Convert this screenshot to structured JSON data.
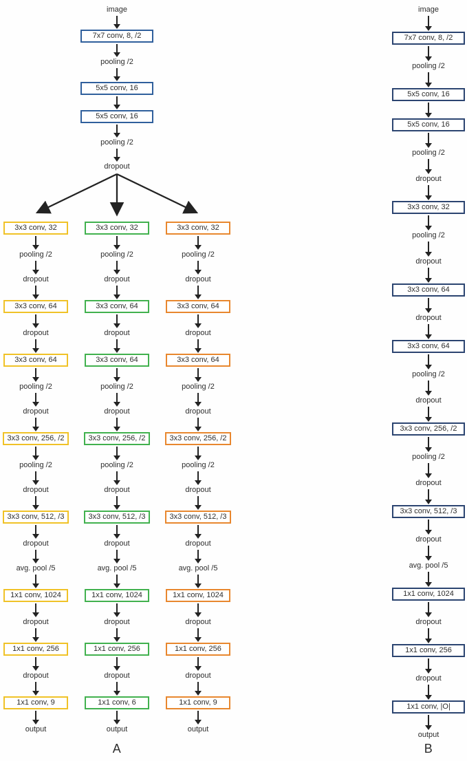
{
  "colors": {
    "blue": "#2f5f9c",
    "navy": "#2b4470",
    "yellow": "#f0c227",
    "green": "#41b14e",
    "orange": "#e8872e",
    "ink": "#2d2d2d",
    "arrow": "#232323"
  },
  "diagram_a": {
    "label": "A",
    "trunk": [
      {
        "t": "txt",
        "text": "image"
      },
      {
        "t": "box",
        "text": "7x7 conv, 8, /2",
        "c": "blue"
      },
      {
        "t": "txt",
        "text": "pooling /2"
      },
      {
        "t": "box",
        "text": "5x5 conv, 16",
        "c": "blue"
      },
      {
        "t": "box",
        "text": "5x5 conv, 16",
        "c": "blue"
      },
      {
        "t": "txt",
        "text": "pooling /2"
      },
      {
        "t": "txt",
        "text": "dropout"
      }
    ],
    "branches": [
      {
        "color": "yellow",
        "nodes": [
          {
            "t": "box",
            "text": "3x3 conv, 32",
            "c": "yellow"
          },
          {
            "t": "txt",
            "text": "pooling /2"
          },
          {
            "t": "txt",
            "text": "dropout"
          },
          {
            "t": "box",
            "text": "3x3 conv, 64",
            "c": "yellow"
          },
          {
            "t": "txt",
            "text": "dropout"
          },
          {
            "t": "box",
            "text": "3x3 conv, 64",
            "c": "yellow"
          },
          {
            "t": "txt",
            "text": "pooling /2"
          },
          {
            "t": "txt",
            "text": "dropout"
          },
          {
            "t": "box",
            "text": "3x3 conv, 256, /2",
            "c": "yellow"
          },
          {
            "t": "txt",
            "text": "pooling /2"
          },
          {
            "t": "txt",
            "text": "dropout"
          },
          {
            "t": "box",
            "text": "3x3 conv, 512, /3",
            "c": "yellow"
          },
          {
            "t": "txt",
            "text": "dropout"
          },
          {
            "t": "txt",
            "text": "avg. pool /5"
          },
          {
            "t": "box",
            "text": "1x1 conv, 1024",
            "c": "yellow"
          },
          {
            "t": "txt",
            "text": "dropout"
          },
          {
            "t": "box",
            "text": "1x1 conv, 256",
            "c": "yellow"
          },
          {
            "t": "txt",
            "text": "dropout"
          },
          {
            "t": "box",
            "text": "1x1 conv, 9",
            "c": "yellow"
          },
          {
            "t": "txt",
            "text": "output"
          }
        ]
      },
      {
        "color": "green",
        "nodes": [
          {
            "t": "box",
            "text": "3x3 conv, 32",
            "c": "green"
          },
          {
            "t": "txt",
            "text": "pooling /2"
          },
          {
            "t": "txt",
            "text": "dropout"
          },
          {
            "t": "box",
            "text": "3x3 conv, 64",
            "c": "green"
          },
          {
            "t": "txt",
            "text": "dropout"
          },
          {
            "t": "box",
            "text": "3x3 conv, 64",
            "c": "green"
          },
          {
            "t": "txt",
            "text": "pooling /2"
          },
          {
            "t": "txt",
            "text": "dropout"
          },
          {
            "t": "box",
            "text": "3x3 conv, 256, /2",
            "c": "green"
          },
          {
            "t": "txt",
            "text": "pooling /2"
          },
          {
            "t": "txt",
            "text": "dropout"
          },
          {
            "t": "box",
            "text": "3x3 conv, 512, /3",
            "c": "green"
          },
          {
            "t": "txt",
            "text": "dropout"
          },
          {
            "t": "txt",
            "text": "avg. pool /5"
          },
          {
            "t": "box",
            "text": "1x1 conv, 1024",
            "c": "green"
          },
          {
            "t": "txt",
            "text": "dropout"
          },
          {
            "t": "box",
            "text": "1x1 conv, 256",
            "c": "green"
          },
          {
            "t": "txt",
            "text": "dropout"
          },
          {
            "t": "box",
            "text": "1x1 conv, 6",
            "c": "green"
          },
          {
            "t": "txt",
            "text": "output"
          }
        ]
      },
      {
        "color": "orange",
        "nodes": [
          {
            "t": "box",
            "text": "3x3 conv, 32",
            "c": "orange"
          },
          {
            "t": "txt",
            "text": "pooling /2"
          },
          {
            "t": "txt",
            "text": "dropout"
          },
          {
            "t": "box",
            "text": "3x3 conv, 64",
            "c": "orange"
          },
          {
            "t": "txt",
            "text": "dropout"
          },
          {
            "t": "box",
            "text": "3x3 conv, 64",
            "c": "orange"
          },
          {
            "t": "txt",
            "text": "pooling /2"
          },
          {
            "t": "txt",
            "text": "dropout"
          },
          {
            "t": "box",
            "text": "3x3 conv, 256, /2",
            "c": "orange"
          },
          {
            "t": "txt",
            "text": "pooling /2"
          },
          {
            "t": "txt",
            "text": "dropout"
          },
          {
            "t": "box",
            "text": "3x3 conv, 512, /3",
            "c": "orange"
          },
          {
            "t": "txt",
            "text": "dropout"
          },
          {
            "t": "txt",
            "text": "avg. pool /5"
          },
          {
            "t": "box",
            "text": "1x1 conv, 1024",
            "c": "orange"
          },
          {
            "t": "txt",
            "text": "dropout"
          },
          {
            "t": "box",
            "text": "1x1 conv, 256",
            "c": "orange"
          },
          {
            "t": "txt",
            "text": "dropout"
          },
          {
            "t": "box",
            "text": "1x1 conv, 9",
            "c": "orange"
          },
          {
            "t": "txt",
            "text": "output"
          }
        ]
      }
    ]
  },
  "diagram_b": {
    "label": "B",
    "nodes": [
      {
        "t": "txt",
        "text": "image"
      },
      {
        "t": "box",
        "text": "7x7 conv, 8, /2",
        "c": "navy"
      },
      {
        "t": "txt",
        "text": "pooling /2"
      },
      {
        "t": "box",
        "text": "5x5 conv, 16",
        "c": "navy"
      },
      {
        "t": "box",
        "text": "5x5 conv, 16",
        "c": "navy"
      },
      {
        "t": "txt",
        "text": "pooling /2"
      },
      {
        "t": "txt",
        "text": "dropout"
      },
      {
        "t": "box",
        "text": "3x3 conv, 32",
        "c": "navy"
      },
      {
        "t": "txt",
        "text": "pooling /2"
      },
      {
        "t": "txt",
        "text": "dropout"
      },
      {
        "t": "box",
        "text": "3x3 conv, 64",
        "c": "navy"
      },
      {
        "t": "txt",
        "text": "dropout"
      },
      {
        "t": "box",
        "text": "3x3 conv, 64",
        "c": "navy"
      },
      {
        "t": "txt",
        "text": "pooling /2"
      },
      {
        "t": "txt",
        "text": "dropout"
      },
      {
        "t": "box",
        "text": "3x3 conv, 256, /2",
        "c": "navy"
      },
      {
        "t": "txt",
        "text": "pooling /2"
      },
      {
        "t": "txt",
        "text": "dropout"
      },
      {
        "t": "box",
        "text": "3x3 conv, 512, /3",
        "c": "navy"
      },
      {
        "t": "txt",
        "text": "dropout"
      },
      {
        "t": "txt",
        "text": "avg. pool /5"
      },
      {
        "t": "box",
        "text": "1x1 conv, 1024",
        "c": "navy"
      },
      {
        "t": "txt",
        "text": "dropout"
      },
      {
        "t": "box",
        "text": "1x1 conv, 256",
        "c": "navy"
      },
      {
        "t": "txt",
        "text": "dropout"
      },
      {
        "t": "box",
        "text": "1x1 conv, |O|",
        "c": "navy"
      },
      {
        "t": "txt",
        "text": "output"
      }
    ]
  }
}
